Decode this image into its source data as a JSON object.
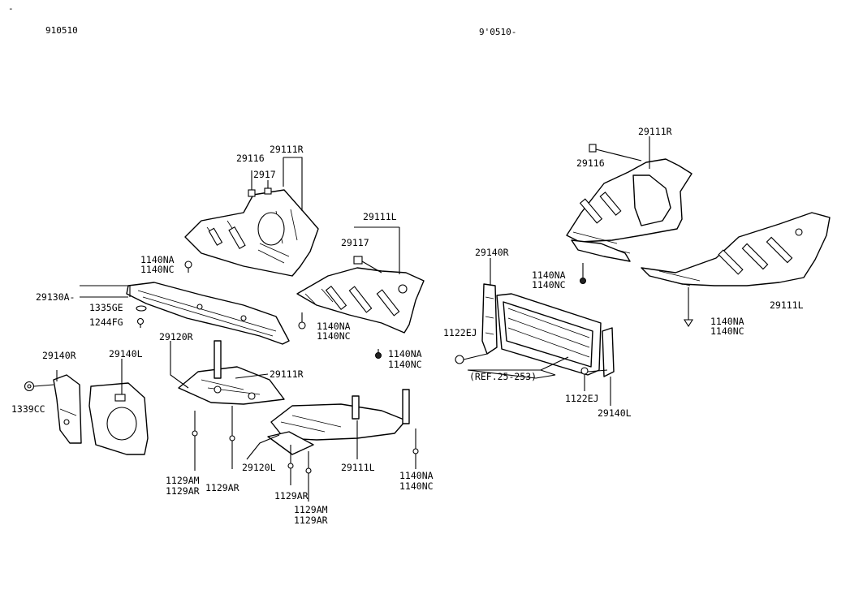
{
  "header": {
    "left_code": "910510",
    "right_code": "9'0510-",
    "corner_mark": "-"
  },
  "left_labels": {
    "l_29116": "29116",
    "l_29111R_top": "29111R",
    "l_29117_top": "2917",
    "l_29111L_top": "29111L",
    "l_29117_mid": "29117",
    "l_1140NA_a": "1140NA",
    "l_1140NC_a": "1140NC",
    "l_29130A": "29130A-",
    "l_1335GE": "1335GE",
    "l_1244FG": "1244FG",
    "l_1140NA_b": "1140NA",
    "l_1140NC_b": "1140NC",
    "l_1140NA_c": "1140NA",
    "l_1140NC_c": "1140NC",
    "l_29120R": "29120R",
    "l_29111R_mid": "29111R",
    "l_29140R": "29140R",
    "l_29140L": "29140L",
    "l_1339CC": "1339CC",
    "l_29120L": "29120L",
    "l_29111L_bot": "29111L",
    "l_1129AM_a": "1129AM",
    "l_1129AR_a": "1129AR",
    "l_1129AR_b": "1129AR",
    "l_1129AR_c": "1129AR",
    "l_1129AM_b": "1129AM",
    "l_1129AR_d": "1129AR",
    "l_1140NA_d": "1140NA",
    "l_1140NC_d": "1140NC"
  },
  "right_labels": {
    "r_29111R": "29111R",
    "r_29116": "29116",
    "r_29140R": "29140R",
    "r_1140NA_a": "1140NA",
    "r_1140NC_a": "1140NC",
    "r_29111L": "29111L",
    "r_1140NA_b": "1140NA",
    "r_1140NC_b": "1140NC",
    "r_1122EJ_a": "1122EJ",
    "r_ref": "(REF.25-253)",
    "r_1122EJ_b": "1122EJ",
    "r_29140L": "29140L"
  }
}
